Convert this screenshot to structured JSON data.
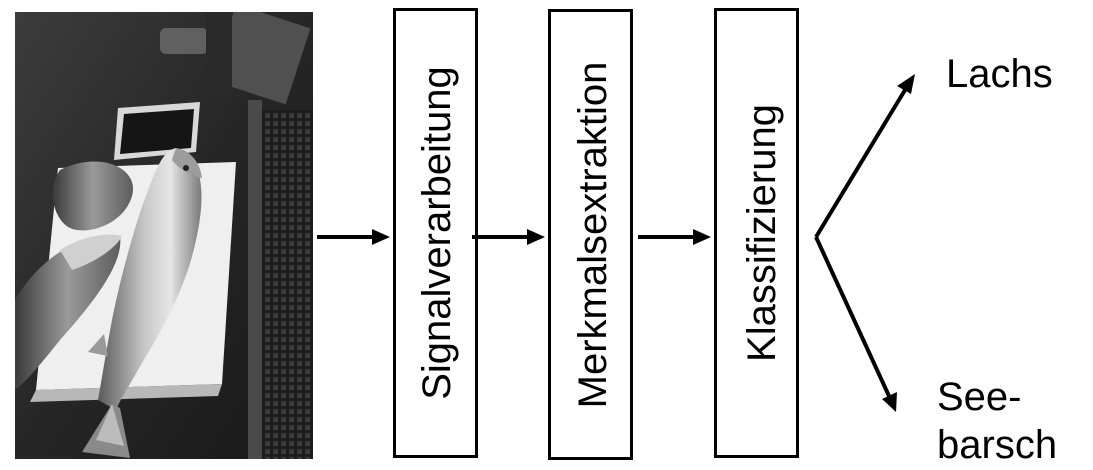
{
  "pipeline": {
    "stages": [
      {
        "label": "Signalverarbeitung"
      },
      {
        "label": "Merkmalsextraktion"
      },
      {
        "label": "Klassifizierung"
      }
    ],
    "outputs": {
      "upper": "Lachs",
      "lower_line1": "See-",
      "lower_line2": "barsch"
    }
  },
  "photo": {
    "subject": "two salmon on a white cutting board",
    "style": "grayscale"
  }
}
